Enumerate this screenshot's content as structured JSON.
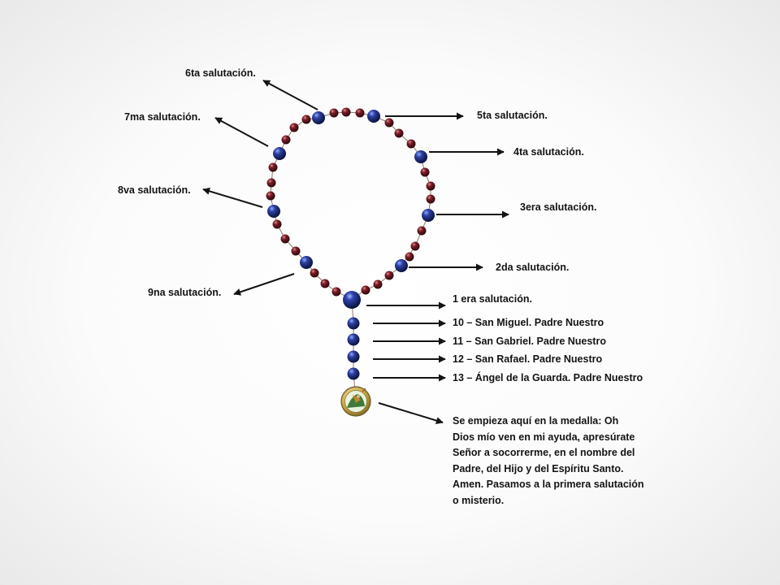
{
  "labels": {
    "s6": "6ta salutación.",
    "s7": "7ma salutación.",
    "s8": "8va salutación.",
    "s9": "9na salutación.",
    "s5": "5ta salutación.",
    "s4": "4ta salutación.",
    "s3": "3era salutación.",
    "s2": "2da salutación.",
    "s1": "1 era salutación.",
    "b10": "10 – San Miguel. Padre Nuestro",
    "b11": "11 – San Gabriel. Padre Nuestro",
    "b12": "12 – San Rafael. Padre Nuestro",
    "b13": "13 – Ángel de la Guarda. Padre Nuestro"
  },
  "prayer_lines": [
    "Se empieza aquí en  la medalla: Oh",
    "Dios mío ven en mi ayuda, apresúrate",
    "Señor a socorrerme, en el nombre del",
    "Padre, del Hijo y del Espíritu Santo.",
    "Amen.  Pasamos a la primera salutación",
    "o misterio."
  ],
  "colors": {
    "blue_bead": "#1a2a78",
    "red_bead": "#6b1a22",
    "arrow": "#141414",
    "medal_gold": "#c9a845"
  }
}
